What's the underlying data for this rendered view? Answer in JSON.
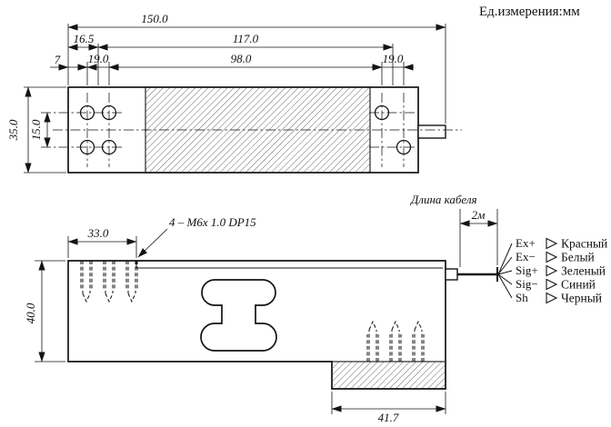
{
  "units_label": "Ед.измерения:мм",
  "top_view": {
    "dim_overall": "150.0",
    "dim_16_5": "16.5",
    "dim_117": "117.0",
    "dim_7": "7",
    "dim_19_left": "19.0",
    "dim_98": "98.0",
    "dim_19_right": "19.0",
    "dim_height": "35.0",
    "dim_hole_rows": "15.0"
  },
  "side_view": {
    "dim_33": "33.0",
    "dim_height": "40.0",
    "dim_41_7": "41.7",
    "thread_note": "4 – M6x 1.0 DP15"
  },
  "cable": {
    "label": "Длина кабеля",
    "length": "2м",
    "wires": [
      {
        "signal": "Ex+",
        "color": "Красный"
      },
      {
        "signal": "Ex−",
        "color": "Белый"
      },
      {
        "signal": "Sig+",
        "color": "Зеленый"
      },
      {
        "signal": "Sig−",
        "color": "Синий"
      },
      {
        "signal": "Sh",
        "color": "Черный"
      }
    ]
  }
}
